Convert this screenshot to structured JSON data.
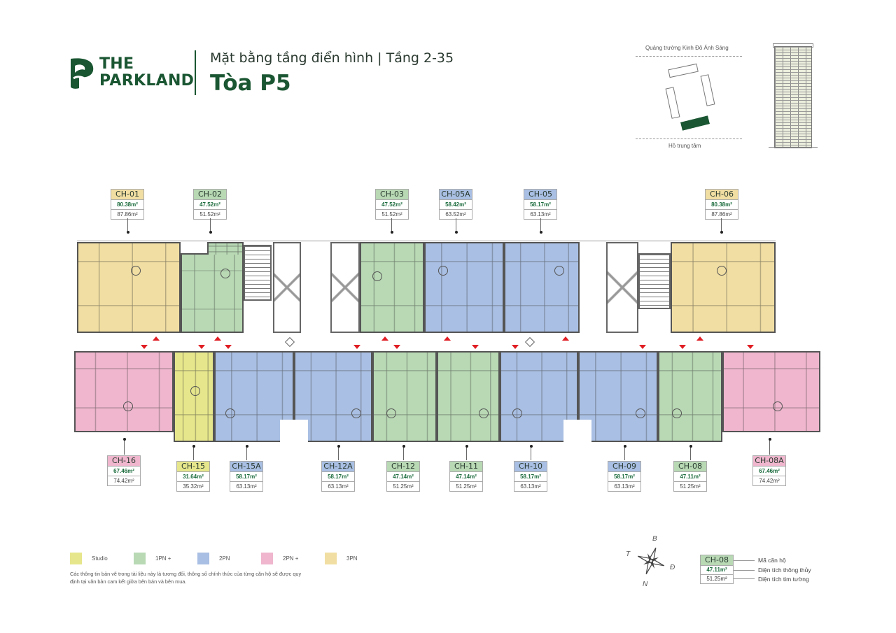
{
  "header": {
    "brand_line1": "THE",
    "brand_line2": "PARKLAND",
    "subtitle": "Mặt bằng tầng điển hình | Tầng 2-35",
    "title": "Tòa P5",
    "brand_color": "#1a5632"
  },
  "site_plan": {
    "top_label": "Quảng trường Kinh Đô Ánh Sáng",
    "bottom_label": "Hồ trung tâm"
  },
  "colors": {
    "Studio": "#e6e68c",
    "1PN+": "#b8d9b4",
    "2PN": "#a9bfe3",
    "2PN+": "#efb6cd",
    "3PN": "#f1dea2",
    "entry_marker": "#e01e24"
  },
  "units_top": [
    {
      "code": "CH-01",
      "net": "80.38m²",
      "gross": "87.86m²",
      "type": "3PN"
    },
    {
      "code": "CH-02",
      "net": "47.52m²",
      "gross": "51.52m²",
      "type": "1PN+"
    },
    {
      "code": "CH-03",
      "net": "47.52m²",
      "gross": "51.52m²",
      "type": "1PN+"
    },
    {
      "code": "CH-05A",
      "net": "58.42m²",
      "gross": "63.52m²",
      "type": "2PN"
    },
    {
      "code": "CH-05",
      "net": "58.17m²",
      "gross": "63.13m²",
      "type": "2PN"
    },
    {
      "code": "CH-06",
      "net": "80.38m²",
      "gross": "87.86m²",
      "type": "3PN"
    }
  ],
  "units_bottom": [
    {
      "code": "CH-16",
      "net": "67.46m²",
      "gross": "74.42m²",
      "type": "2PN+"
    },
    {
      "code": "CH-15",
      "net": "31.64m²",
      "gross": "35.32m²",
      "type": "Studio"
    },
    {
      "code": "CH-15A",
      "net": "58.17m²",
      "gross": "63.13m²",
      "type": "2PN"
    },
    {
      "code": "CH-12A",
      "net": "58.17m²",
      "gross": "63.13m²",
      "type": "2PN"
    },
    {
      "code": "CH-12",
      "net": "47.14m²",
      "gross": "51.25m²",
      "type": "1PN+"
    },
    {
      "code": "CH-11",
      "net": "47.14m²",
      "gross": "51.25m²",
      "type": "1PN+"
    },
    {
      "code": "CH-10",
      "net": "58.17m²",
      "gross": "63.13m²",
      "type": "2PN"
    },
    {
      "code": "CH-09",
      "net": "58.17m²",
      "gross": "63.13m²",
      "type": "2PN"
    },
    {
      "code": "CH-08",
      "net": "47.11m²",
      "gross": "51.25m²",
      "type": "1PN+"
    },
    {
      "code": "CH-08A",
      "net": "67.46m²",
      "gross": "74.42m²",
      "type": "2PN+"
    }
  ],
  "legend": [
    {
      "label": "Studio",
      "color": "#e6e68c"
    },
    {
      "label": "1PN +",
      "color": "#b8d9b4"
    },
    {
      "label": "2PN",
      "color": "#a9bfe3"
    },
    {
      "label": "2PN +",
      "color": "#efb6cd"
    },
    {
      "label": "3PN",
      "color": "#f1dea2"
    }
  ],
  "disclaimer": "Các thông tin bản vẽ trong tài liệu này là tương đối, thông số chính thức của từng căn hộ sẽ được quy định tại văn bản cam kết giữa bên bán và bên mua.",
  "compass": {
    "north": "B",
    "south": "N",
    "east": "Đ",
    "west": "T"
  },
  "key": {
    "code": "CH-08",
    "net": "47.11m²",
    "gross": "51.25m²",
    "code_desc": "Mã căn hộ",
    "net_desc": "Diện tích thông thủy",
    "gross_desc": "Diện tích tim tường"
  }
}
